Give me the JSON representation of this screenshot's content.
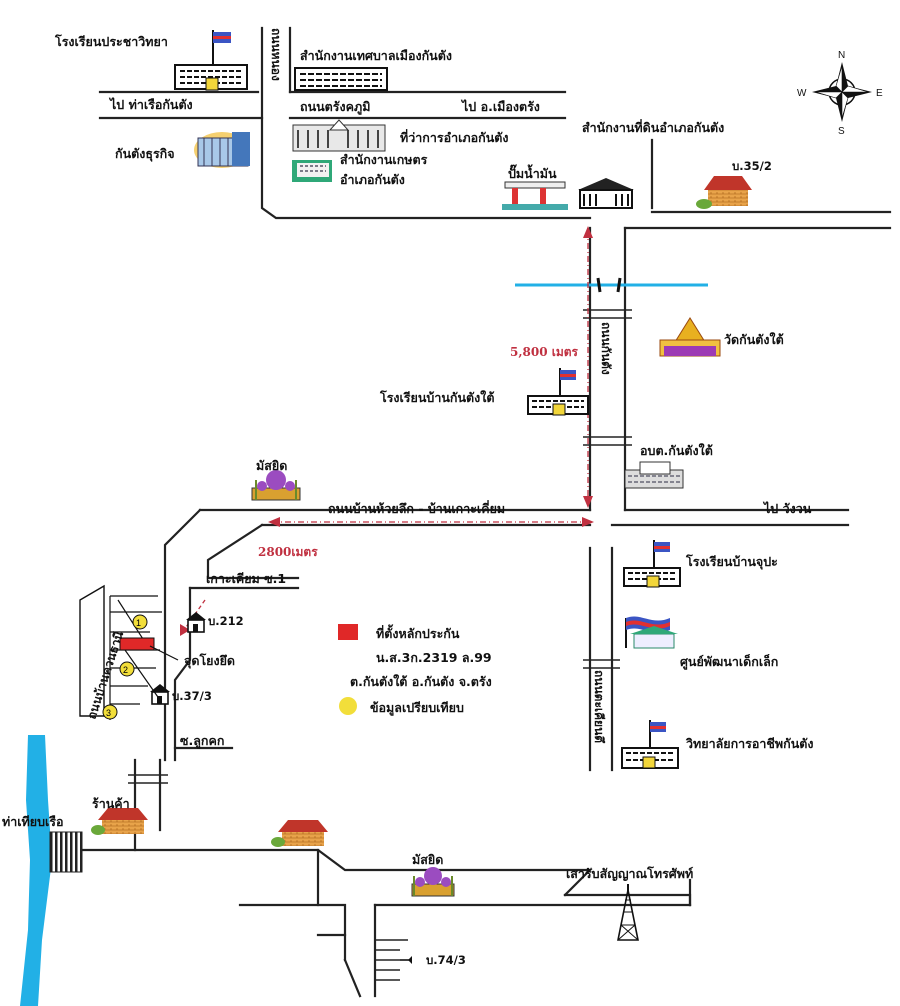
{
  "places": {
    "school_pracha": "โรงเรียนประชาวิทยา",
    "municipal_office": "สำนักงานเทศบาลเมืองกันตัง",
    "to_kantang_pier": "ไป ท่าเรือกันตัง",
    "road_trangkaphum": "ถนนตรังคภูมิ",
    "to_mueang_trang": "ไป อ.เมืองตรัง",
    "kantang_business": "กันตังธุรกิจ",
    "district_office": "ที่ว่าการอำเภอกันตัง",
    "agri_office_1": "สำนักงานเกษตร",
    "agri_office_2": "อำเภอกันตัง",
    "land_office": "สำนักงานที่ดินอำเภอกันตัง",
    "gas_station": "ปั๊มน้ำมัน",
    "house_35_2": "บ.35/2",
    "wat_kantang_tai": "วัดกันตังใต้",
    "dist_5800": "5,800 เมตร",
    "school_kantang_tai": "โรงเรียนบ้านกันตังใต้",
    "obt_kantang_tai": "อบต.กันตังใต้",
    "mosque_1": "มัสยิด",
    "road_huaylue": "ถนนบ้านห้วยลึก - บ้านเกาะเคี่ยม",
    "to_wangwon": "ไป วังวน",
    "dist_2800": "2800เมตร",
    "koh_khiam_soi1": "เกาะเคียม ซ.1",
    "school_chupa": "โรงเรียนบ้านจุปะ",
    "house_212": "บ.212",
    "child_center": "ศูนย์พัฒนาเด็กเล็ก",
    "jud_yong_yued": "จุดโยงยึด",
    "house_37_3": "บ.37/3",
    "soi_lukkhok": "ซ.ลูกคก",
    "shop": "ร้านค้า",
    "vocational_college": "วิทยาลัยการอาชีพกันตัง",
    "pier": "ท่าเทียบเรือ",
    "mosque_2": "มัสยิด",
    "telephone_tower": "เสารับสัญญาณโทรศัพท์",
    "house_74_3": "บ.74/3"
  },
  "vertical_roads": {
    "road_top": "ถนนหนอง",
    "road_mid": "ถนนกันตัง",
    "road_bottom": "ถนนตะเคียนตึ",
    "road_left": "ถนนบ้านควนธานี"
  },
  "legend": {
    "collateral_title": "ที่ตั้งหลักประกัน",
    "deed": "น.ส.3ก.2319 ล.99",
    "location": "ต.กันตังใต้ อ.กันตัง จ.ตรัง",
    "comparison": "ข้อมูลเปรียบเทียบ"
  },
  "markers": [
    "1",
    "2",
    "3"
  ],
  "compass": {
    "n": "N",
    "s": "S",
    "e": "E",
    "w": "W"
  },
  "colors": {
    "collateral": "#e02828",
    "comparison": "#f2de3a",
    "river": "#22b0e6",
    "distance": "#c03040"
  }
}
